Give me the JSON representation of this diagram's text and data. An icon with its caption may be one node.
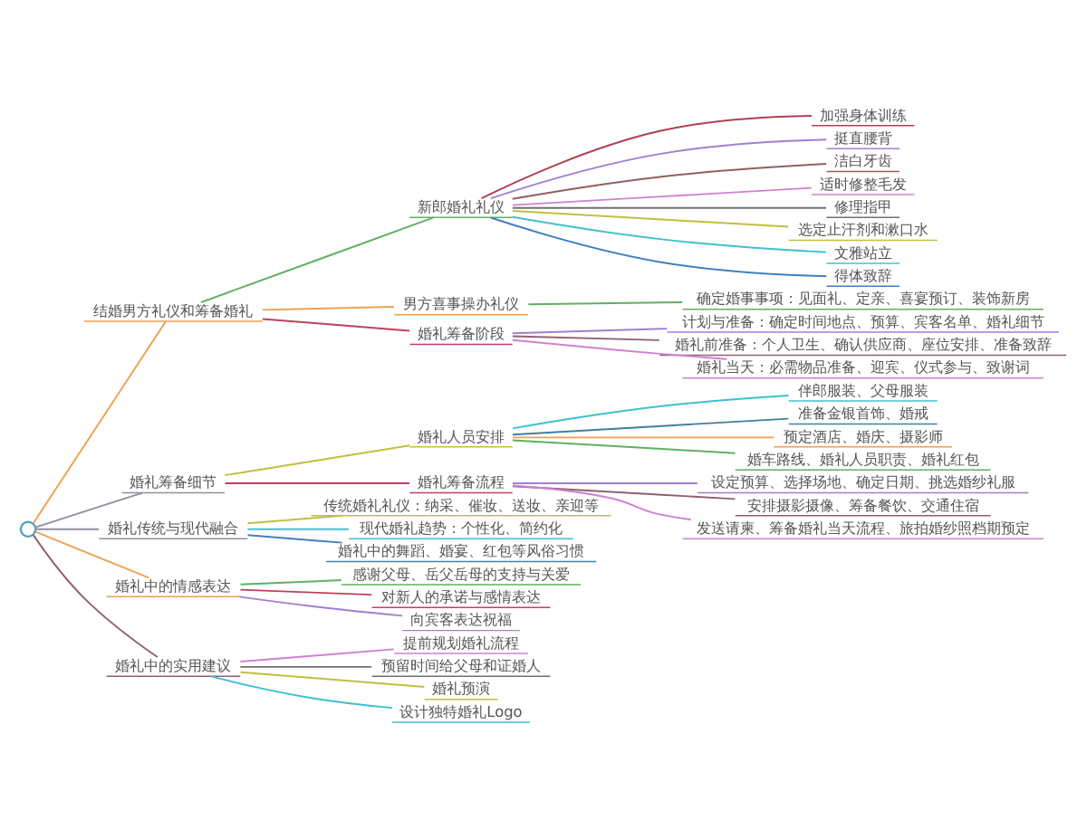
{
  "diagram": {
    "nodes": [
      {
        "text": [],
        "shape": "circle"
      },
      {
        "text": [
          "结婚男方礼仪和筹备婚礼"
        ]
      },
      {
        "text": [
          "新郎婚礼礼仪"
        ]
      },
      {
        "text": [
          "加强身体训练"
        ]
      },
      {
        "text": [
          "挺直腰背"
        ]
      },
      {
        "text": [
          "洁白牙齿"
        ]
      },
      {
        "text": [
          "适时修整毛发"
        ]
      },
      {
        "text": [
          "修理指甲"
        ]
      },
      {
        "text": [
          "选定止汗剂和漱口水"
        ]
      },
      {
        "text": [
          "文雅站立"
        ]
      },
      {
        "text": [
          "得体致辞"
        ]
      },
      {
        "text": [
          "男方喜事操办礼仪"
        ]
      },
      {
        "text": [
          "确定婚事事项：见面礼、定亲、喜宴预订、装饰新房"
        ]
      },
      {
        "text": [
          "婚礼筹备阶段"
        ]
      },
      {
        "text": [
          "计划与准备：确定时间地点、预算、宾客名单、婚礼细节"
        ]
      },
      {
        "text": [
          "婚礼前准备：个人卫生、确认供应商、座位安排、准备致辞"
        ]
      },
      {
        "text": [
          "婚礼当天：必需物品准备、迎宾、仪式参与、致谢词"
        ]
      },
      {
        "text": [
          "婚礼筹备细节"
        ]
      },
      {
        "text": [
          "婚礼人员安排"
        ]
      },
      {
        "text": [
          "伴郎服装、父母服装"
        ]
      },
      {
        "text": [
          "准备金银首饰、婚戒"
        ]
      },
      {
        "text": [
          "预定酒店、婚庆、摄影师"
        ]
      },
      {
        "text": [
          "婚车路线、婚礼人员职责、婚礼红包"
        ]
      },
      {
        "text": [
          "婚礼筹备流程"
        ]
      },
      {
        "text": [
          "设定预算、选择场地、确定日期、挑选婚纱礼服"
        ]
      },
      {
        "text": [
          "安排摄影摄像、筹备餐饮、交通住宿"
        ]
      },
      {
        "text": [
          "发送请柬、筹备婚礼当天流程、旅拍婚纱照档期预定"
        ]
      },
      {
        "text": [
          "婚礼传统与现代融合"
        ]
      },
      {
        "text": [
          "传统婚礼礼仪：纳采、催妆、送妆、亲迎等"
        ]
      },
      {
        "text": [
          "现代婚礼趋势：个性化、简约化"
        ]
      },
      {
        "text": [
          "婚礼中的舞蹈、婚宴、红包等风俗习惯"
        ]
      },
      {
        "text": [
          "婚礼中的情感表达"
        ]
      },
      {
        "text": [
          "感谢父母、岳父岳母的支持与关爱"
        ]
      },
      {
        "text": [
          "对新人的承诺与感情表达"
        ]
      },
      {
        "text": [
          "向宾客表达祝福"
        ]
      },
      {
        "text": [
          "婚礼中的实用建议"
        ]
      },
      {
        "text": [
          "提前规划婚礼流程"
        ]
      },
      {
        "text": [
          "预留时间给父母和证婚人"
        ]
      },
      {
        "text": [
          "婚礼预演"
        ]
      },
      {
        "text": [
          "设计独特婚礼Logo"
        ]
      }
    ],
    "edges": [
      {
        "from": 0,
        "to": 1,
        "arrow": "none",
        "color": "#f0a050"
      },
      {
        "from": 1,
        "to": 2,
        "arrow": "none",
        "color": "#60b060"
      },
      {
        "from": 2,
        "to": 3,
        "arrow": "none",
        "color": "#b04050"
      },
      {
        "from": 2,
        "to": 4,
        "arrow": "none",
        "color": "#a080d0"
      },
      {
        "from": 2,
        "to": 5,
        "arrow": "none",
        "color": "#906060"
      },
      {
        "from": 2,
        "to": 6,
        "arrow": "none",
        "color": "#d080d0"
      },
      {
        "from": 2,
        "to": 7,
        "arrow": "none",
        "color": "#707070"
      },
      {
        "from": 2,
        "to": 8,
        "arrow": "none",
        "color": "#c0c040"
      },
      {
        "from": 2,
        "to": 9,
        "arrow": "none",
        "color": "#40c0d0"
      },
      {
        "from": 2,
        "to": 10,
        "arrow": "none",
        "color": "#4080c0"
      },
      {
        "from": 1,
        "to": 11,
        "arrow": "none",
        "color": "#f0a050"
      },
      {
        "from": 11,
        "to": 12,
        "arrow": "none",
        "color": "#60b060"
      },
      {
        "from": 1,
        "to": 13,
        "arrow": "none",
        "color": "#c04060"
      },
      {
        "from": 13,
        "to": 14,
        "arrow": "none",
        "color": "#a080d0"
      },
      {
        "from": 13,
        "to": 15,
        "arrow": "none",
        "color": "#906070"
      },
      {
        "from": 13,
        "to": 16,
        "arrow": "none",
        "color": "#d080d0"
      },
      {
        "from": 0,
        "to": 17,
        "arrow": "none",
        "color": "#9090a0"
      },
      {
        "from": 17,
        "to": 18,
        "arrow": "none",
        "color": "#c0c040"
      },
      {
        "from": 18,
        "to": 19,
        "arrow": "none",
        "color": "#40c0d0"
      },
      {
        "from": 18,
        "to": 20,
        "arrow": "none",
        "color": "#4080a0"
      },
      {
        "from": 18,
        "to": 21,
        "arrow": "none",
        "color": "#f0a050"
      },
      {
        "from": 18,
        "to": 22,
        "arrow": "none",
        "color": "#60b060"
      },
      {
        "from": 17,
        "to": 23,
        "arrow": "none",
        "color": "#c04060"
      },
      {
        "from": 23,
        "to": 24,
        "arrow": "none",
        "color": "#a080d0"
      },
      {
        "from": 23,
        "to": 25,
        "arrow": "none",
        "color": "#906070"
      },
      {
        "from": 23,
        "to": 26,
        "arrow": "none",
        "color": "#d080d0"
      },
      {
        "from": 0,
        "to": 27,
        "arrow": "none",
        "color": "#9090a0"
      },
      {
        "from": 27,
        "to": 28,
        "arrow": "none",
        "color": "#c0c040"
      },
      {
        "from": 27,
        "to": 29,
        "arrow": "none",
        "color": "#40c0d0"
      },
      {
        "from": 27,
        "to": 30,
        "arrow": "none",
        "color": "#4080c0"
      },
      {
        "from": 0,
        "to": 31,
        "arrow": "none",
        "color": "#f0a050"
      },
      {
        "from": 31,
        "to": 32,
        "arrow": "none",
        "color": "#60b060"
      },
      {
        "from": 31,
        "to": 33,
        "arrow": "none",
        "color": "#c04060"
      },
      {
        "from": 31,
        "to": 34,
        "arrow": "none",
        "color": "#a080d0"
      },
      {
        "from": 0,
        "to": 35,
        "arrow": "none",
        "color": "#906070"
      },
      {
        "from": 35,
        "to": 36,
        "arrow": "none",
        "color": "#d080d0"
      },
      {
        "from": 35,
        "to": 37,
        "arrow": "none",
        "color": "#707070"
      },
      {
        "from": 35,
        "to": 38,
        "arrow": "none",
        "color": "#c0c040"
      },
      {
        "from": 35,
        "to": 39,
        "arrow": "none",
        "color": "#40c0d0"
      }
    ]
  }
}
